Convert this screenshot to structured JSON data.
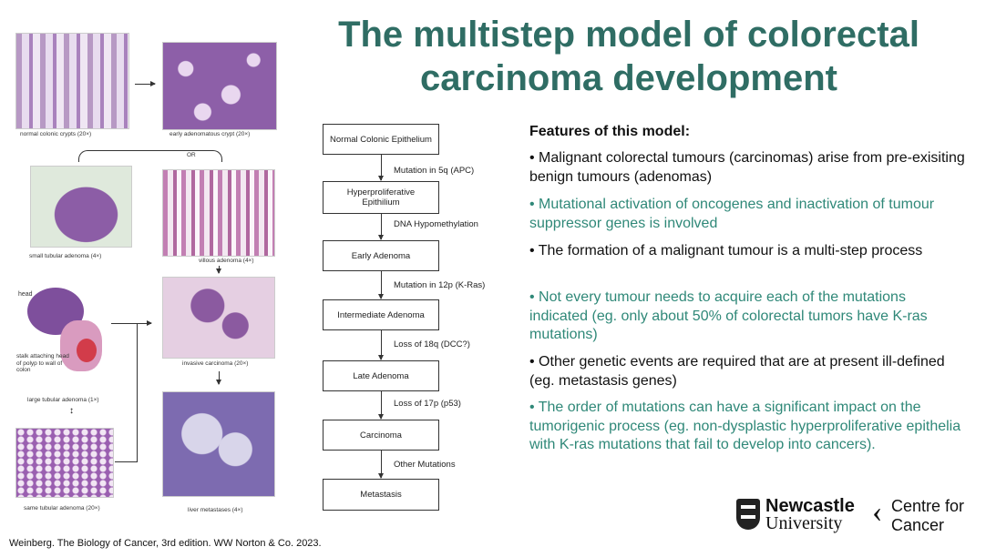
{
  "title": "The multistep model of colorectal carcinoma development",
  "histology": {
    "captions": {
      "normal_crypts": "normal colonic crypts (20×)",
      "early_crypt": "early adenomatous crypt (20×)",
      "or": "OR",
      "small_tubular": "small tubular adenoma (4×)",
      "villous": "villous adenoma (4×)",
      "head": "head",
      "stalk": "stalk attaching head of polyp to wall of colon",
      "invasive": "invasive carcinoma (20×)",
      "large_tubular": "large tubular adenoma (1×)",
      "same_tubular": "same tubular adenoma (20×)",
      "liver": "liver metastases (4×)"
    }
  },
  "flowchart": {
    "steps": [
      "Normal Colonic Epithelium",
      "Hyperproliferative Epithilium",
      "Early Adenoma",
      "Intermediate Adenoma",
      "Late Adenoma",
      "Carcinoma",
      "Metastasis"
    ],
    "transitions": [
      "Mutation in 5q (APC)",
      "DNA Hypomethylation",
      "Mutation in 12p (K-Ras)",
      "Loss of 18q (DCC?)",
      "Loss of 17p (p53)",
      "Other Mutations"
    ]
  },
  "features": {
    "heading": "Features of this model:",
    "items": [
      {
        "text": "• Malignant colorectal tumours (carcinomas) arise from pre-exisiting benign tumours (adenomas)",
        "color": "#111111"
      },
      {
        "text": "• Mutational activation of oncogenes and inactivation of tumour suppressor genes is involved",
        "color": "#2f8878"
      },
      {
        "text": "• The formation of a malignant tumour is a multi-step process",
        "color": "#111111"
      },
      {
        "text": "• Not every tumour needs to acquire each of the mutations indicated (eg. only about 50% of colorectal tumors have K-ras mutations)",
        "color": "#2f8878"
      },
      {
        "text": "• Other genetic events are required that are at present ill-defined (eg. metastasis genes)",
        "color": "#111111"
      },
      {
        "text": "• The order of mutations can have a significant impact on the tumorigenic process (eg. non-dysplastic hyperproliferative epithelia with K-ras mutations that fail to develop into cancers).",
        "color": "#2f8878"
      }
    ]
  },
  "footnote": "Weinberg.  The Biology of Cancer, 3rd edition. WW Norton & Co. 2023.",
  "logo": {
    "name_line1": "Newcastle",
    "name_line2": "University",
    "separator": "‹",
    "centre_line1": "Centre for",
    "centre_line2": "Cancer",
    "icon": "crest-shield-icon"
  },
  "colors": {
    "title": "#2f6d64",
    "accent_text": "#2f8878"
  }
}
